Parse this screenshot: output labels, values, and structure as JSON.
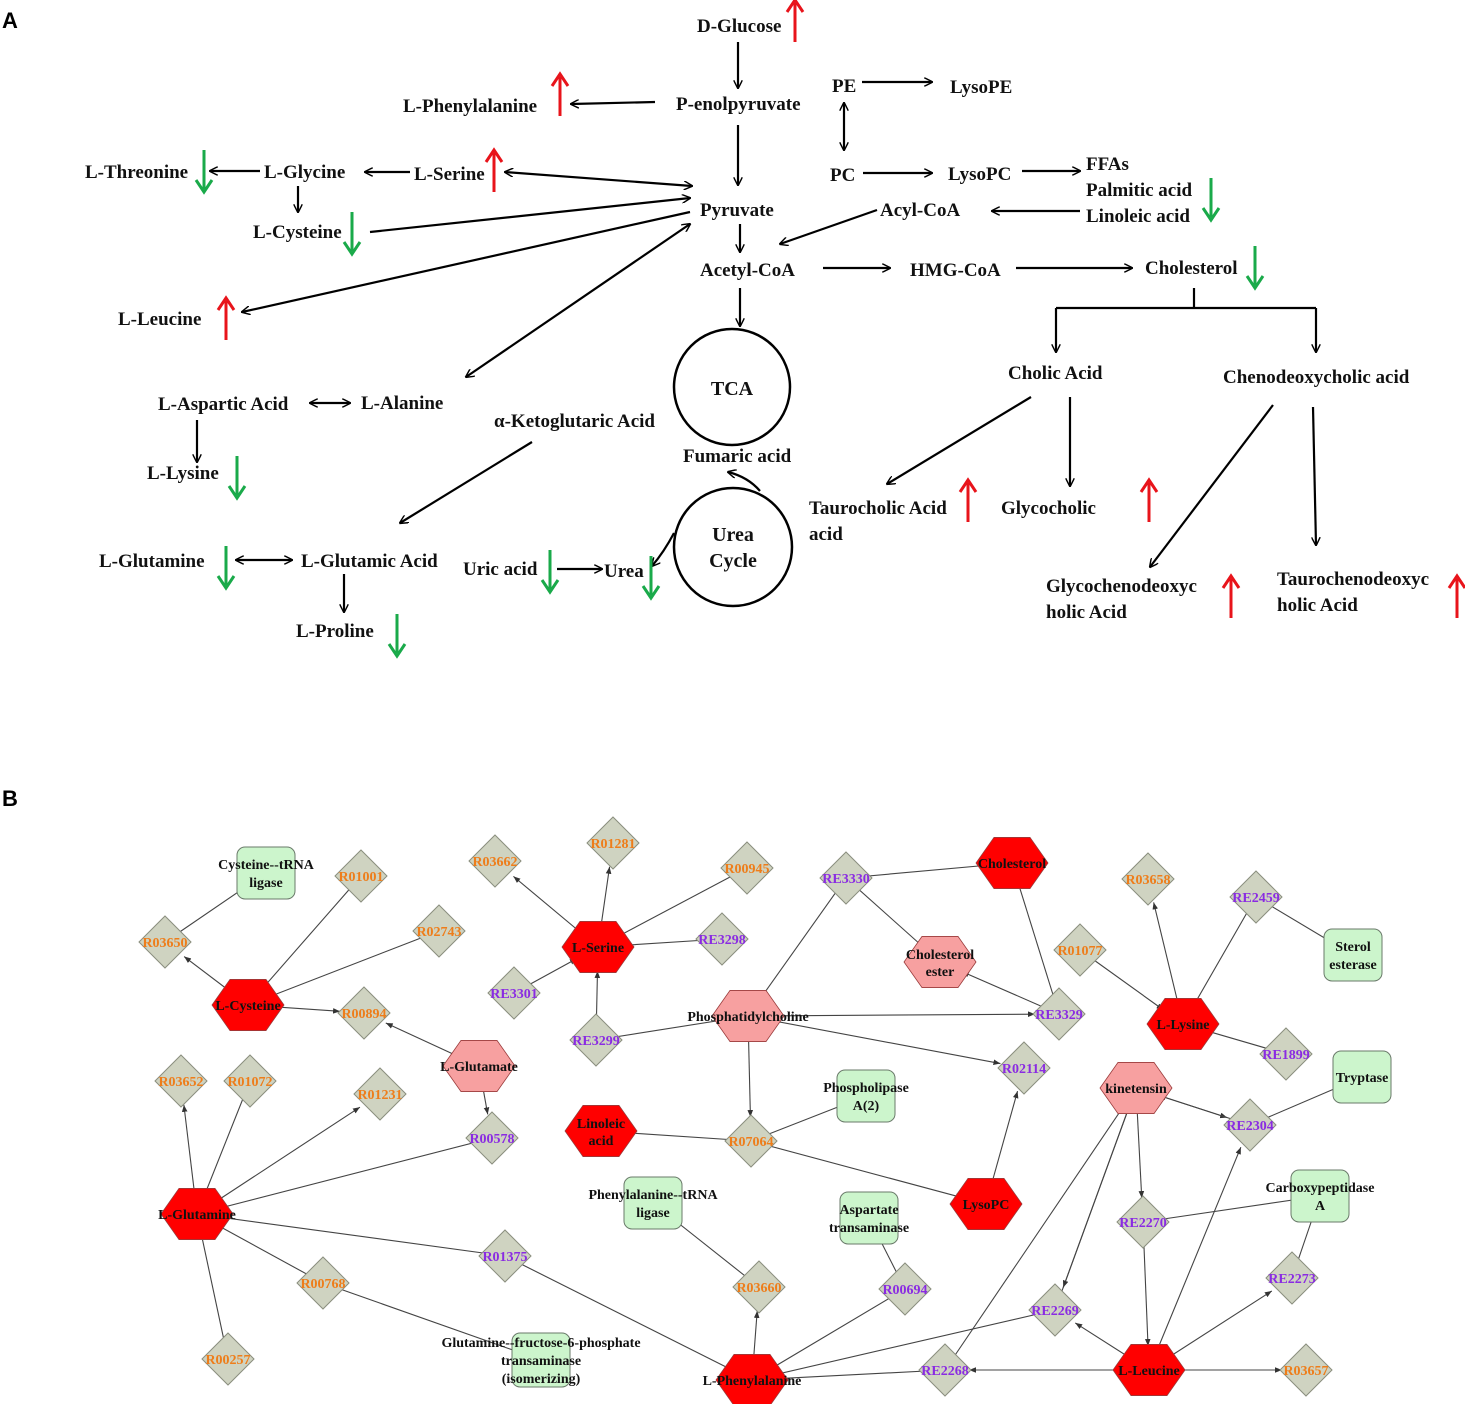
{
  "colors": {
    "up": "#e8141b",
    "down": "#1aaa4a",
    "arrow": "#000000",
    "diamond": "#cfd3c1",
    "enzyme": "#ccf5cc",
    "hexRed": "#ff0000",
    "hexPink": "#f7a0a0",
    "orange": "#ee7d1a",
    "purple": "#8a2be2"
  },
  "panelA": {
    "label": "A",
    "metabolites": [
      {
        "id": "glucose",
        "label": "D-Glucose",
        "change": "up"
      },
      {
        "id": "pep",
        "label": "P-enolpyruvate"
      },
      {
        "id": "phe",
        "label": "L-Phenylalanine",
        "change": "up"
      },
      {
        "id": "pe",
        "label": "PE"
      },
      {
        "id": "lysope",
        "label": "LysoPE"
      },
      {
        "id": "thr",
        "label": "L-Threonine",
        "change": "down"
      },
      {
        "id": "gly",
        "label": "L-Glycine"
      },
      {
        "id": "ser",
        "label": "L-Serine",
        "change": "up"
      },
      {
        "id": "pc",
        "label": "PC"
      },
      {
        "id": "lysopc",
        "label": "LysoPC"
      },
      {
        "id": "ffas",
        "label": "FFAs"
      },
      {
        "id": "palmitic",
        "label": "Palmitic acid"
      },
      {
        "id": "linoleic",
        "label": "Linoleic acid",
        "change": "down"
      },
      {
        "id": "pyruvate",
        "label": "Pyruvate"
      },
      {
        "id": "acylcoa",
        "label": "Acyl-CoA"
      },
      {
        "id": "cys",
        "label": "L-Cysteine",
        "change": "down"
      },
      {
        "id": "acetylcoa",
        "label": "Acetyl-CoA"
      },
      {
        "id": "hmgcoa",
        "label": "HMG-CoA"
      },
      {
        "id": "chol",
        "label": "Cholesterol",
        "change": "down"
      },
      {
        "id": "leu",
        "label": "L-Leucine",
        "change": "up"
      },
      {
        "id": "cholic",
        "label": "Cholic Acid"
      },
      {
        "id": "cdca",
        "label": "Chenodeoxycholic acid"
      },
      {
        "id": "asp",
        "label": "L-Aspartic Acid"
      },
      {
        "id": "ala",
        "label": "L-Alanine"
      },
      {
        "id": "akg",
        "label": "α-Ketoglutaric Acid"
      },
      {
        "id": "lys",
        "label": "L-Lysine",
        "change": "down"
      },
      {
        "id": "fumaric",
        "label": "Fumaric acid"
      },
      {
        "id": "tca",
        "label": "Taurocholic Acid",
        "label2": "acid",
        "change": "up"
      },
      {
        "id": "gca",
        "label": "Glycocholic",
        "change": "up"
      },
      {
        "id": "gln",
        "label": "L-Glutamine",
        "change": "down"
      },
      {
        "id": "glu",
        "label": "L-Glutamic Acid"
      },
      {
        "id": "uric",
        "label": "Uric acid",
        "change": "down"
      },
      {
        "id": "urea",
        "label": "Urea",
        "change": "down"
      },
      {
        "id": "gcdca",
        "label": "Glycochenodeoxyc",
        "label2": "holic Acid",
        "change": "up"
      },
      {
        "id": "tcdca",
        "label": "Taurochenodeoxyc",
        "label2": "holic Acid",
        "change": "up"
      },
      {
        "id": "pro",
        "label": "L-Proline",
        "change": "down"
      }
    ],
    "cycles": [
      {
        "id": "tca_cycle",
        "label": "TCA"
      },
      {
        "id": "urea_cycle",
        "label": "Urea",
        "label2": "Cycle"
      }
    ]
  },
  "panelB": {
    "label": "B",
    "metabolites": [
      {
        "id": "b_cys",
        "label": "L-Cysteine",
        "level": "high"
      },
      {
        "id": "b_ser",
        "label": "L-Serine",
        "level": "high"
      },
      {
        "id": "b_chol",
        "label": "Cholesterol",
        "level": "high"
      },
      {
        "id": "b_cholester",
        "label": "Cholesterol",
        "label2": "ester",
        "level": "mid"
      },
      {
        "id": "b_pc",
        "label": "Phosphatidylcholine",
        "level": "mid"
      },
      {
        "id": "b_lys",
        "label": "L-Lysine",
        "level": "high"
      },
      {
        "id": "b_glu",
        "label": "L-Glutamate",
        "level": "mid"
      },
      {
        "id": "b_lin",
        "label": "Linoleic",
        "label2": "acid",
        "level": "high"
      },
      {
        "id": "b_kin",
        "label": "kinetensin",
        "level": "mid"
      },
      {
        "id": "b_gln",
        "label": "L-Glutamine",
        "level": "high"
      },
      {
        "id": "b_lysopc",
        "label": "LysoPC",
        "level": "high"
      },
      {
        "id": "b_phe",
        "label": "L-Phenylalanine",
        "level": "high"
      },
      {
        "id": "b_leu",
        "label": "L-Leucine",
        "level": "high"
      }
    ],
    "enzymes": [
      {
        "id": "e_cystrna",
        "label": "Cysteine--tRNA",
        "label2": "ligase"
      },
      {
        "id": "e_sterol",
        "label": "Sterol",
        "label2": "esterase"
      },
      {
        "id": "e_pla2",
        "label": "Phospholipase",
        "label2": "A(2)"
      },
      {
        "id": "e_tryp",
        "label": "Tryptase"
      },
      {
        "id": "e_phetrna",
        "label": "Phenylalanine--tRNA",
        "label2": "ligase"
      },
      {
        "id": "e_ast",
        "label": "Aspartate",
        "label2": "transaminase"
      },
      {
        "id": "e_cpa",
        "label": "Carboxypeptidase",
        "label2": "A"
      },
      {
        "id": "e_gfat",
        "label": "Glutamine--fructose-6-phosphate",
        "label2": "transaminase",
        "label3": "(isomerizing)"
      }
    ],
    "reactions": [
      {
        "id": "R01001",
        "label": "R01001",
        "color": "orange"
      },
      {
        "id": "R03650",
        "label": "R03650",
        "color": "orange"
      },
      {
        "id": "R02743",
        "label": "R02743",
        "color": "orange"
      },
      {
        "id": "R00894",
        "label": "R00894",
        "color": "orange"
      },
      {
        "id": "R03662",
        "label": "R03662",
        "color": "orange"
      },
      {
        "id": "R01281",
        "label": "R01281",
        "color": "orange"
      },
      {
        "id": "R00945",
        "label": "R00945",
        "color": "orange"
      },
      {
        "id": "RE3298",
        "label": "RE3298",
        "color": "purple"
      },
      {
        "id": "RE3301",
        "label": "RE3301",
        "color": "purple"
      },
      {
        "id": "RE3299",
        "label": "RE3299",
        "color": "purple"
      },
      {
        "id": "RE3330",
        "label": "RE3330",
        "color": "purple"
      },
      {
        "id": "RE3329",
        "label": "RE3329",
        "color": "purple"
      },
      {
        "id": "R03658",
        "label": "R03658",
        "color": "orange"
      },
      {
        "id": "RE2459",
        "label": "RE2459",
        "color": "purple"
      },
      {
        "id": "R01077",
        "label": "R01077",
        "color": "orange"
      },
      {
        "id": "RE1899",
        "label": "RE1899",
        "color": "purple"
      },
      {
        "id": "R03652",
        "label": "R03652",
        "color": "orange"
      },
      {
        "id": "R01072",
        "label": "R01072",
        "color": "orange"
      },
      {
        "id": "R01231",
        "label": "R01231",
        "color": "orange"
      },
      {
        "id": "R00578",
        "label": "R00578",
        "color": "purple"
      },
      {
        "id": "R02114",
        "label": "R02114",
        "color": "purple"
      },
      {
        "id": "R07064",
        "label": "R07064",
        "color": "orange"
      },
      {
        "id": "RE2304",
        "label": "RE2304",
        "color": "purple"
      },
      {
        "id": "RE2270",
        "label": "RE2270",
        "color": "purple"
      },
      {
        "id": "R01375",
        "label": "R01375",
        "color": "purple"
      },
      {
        "id": "R00768",
        "label": "R00768",
        "color": "orange"
      },
      {
        "id": "R03660",
        "label": "R03660",
        "color": "orange"
      },
      {
        "id": "R00694",
        "label": "R00694",
        "color": "purple"
      },
      {
        "id": "RE2273",
        "label": "RE2273",
        "color": "purple"
      },
      {
        "id": "RE2269",
        "label": "RE2269",
        "color": "purple"
      },
      {
        "id": "R00257",
        "label": "R00257",
        "color": "orange"
      },
      {
        "id": "RE2268",
        "label": "RE2268",
        "color": "purple"
      },
      {
        "id": "R03657",
        "label": "R03657",
        "color": "orange"
      }
    ]
  }
}
